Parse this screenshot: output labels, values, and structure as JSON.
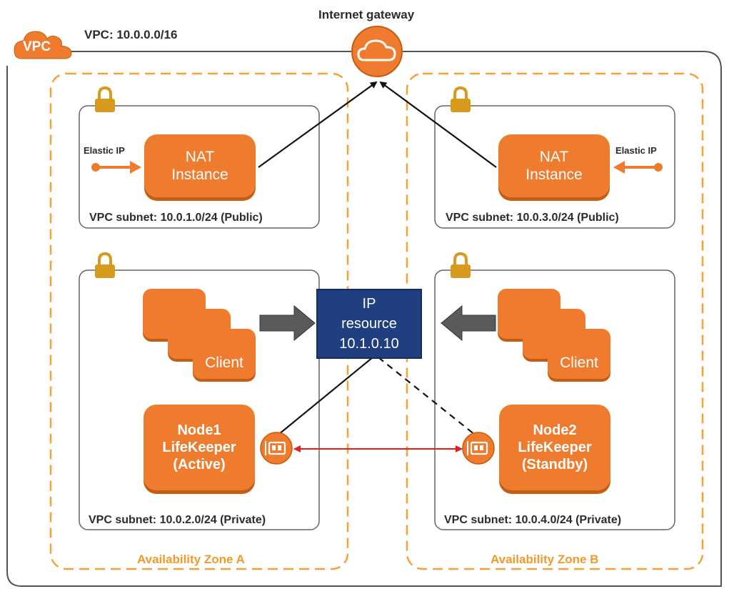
{
  "vpc": {
    "badge": "VPC",
    "label": "VPC: 10.0.0.0/16"
  },
  "gateway": {
    "label": "Internet gateway",
    "icon": "cloud-icon"
  },
  "zones": [
    {
      "label": "Availability Zone A"
    },
    {
      "label": "Availability Zone B"
    }
  ],
  "subnets": {
    "a_public": "VPC subnet: 10.0.1.0/24 (Public)",
    "b_public": "VPC subnet: 10.0.3.0/24 (Public)",
    "a_private": "VPC subnet: 10.0.2.0/24 (Private)",
    "b_private": "VPC subnet: 10.0.4.0/24 (Private)"
  },
  "nat_a": {
    "line1": "NAT",
    "line2": "Instance",
    "eip": "Elastic IP"
  },
  "nat_b": {
    "line1": "NAT",
    "line2": "Instance",
    "eip": "Elastic IP"
  },
  "ip_resource": {
    "line1": "IP",
    "line2": "resource",
    "line3": "10.1.0.10"
  },
  "client_a": "Client",
  "client_b": "Client",
  "node1": {
    "line1": "Node1",
    "line2": "LifeKeeper",
    "line3": "(Active)"
  },
  "node2": {
    "line1": "Node2",
    "line2": "LifeKeeper",
    "line3": "(Standby)"
  },
  "colors": {
    "orange": "#ef7c2e",
    "dark_orange": "#c45d14",
    "zone_dash": "#f5a13a",
    "blue": "#1f3f80",
    "red_link": "#e02020",
    "lock": "#d89a1c"
  }
}
